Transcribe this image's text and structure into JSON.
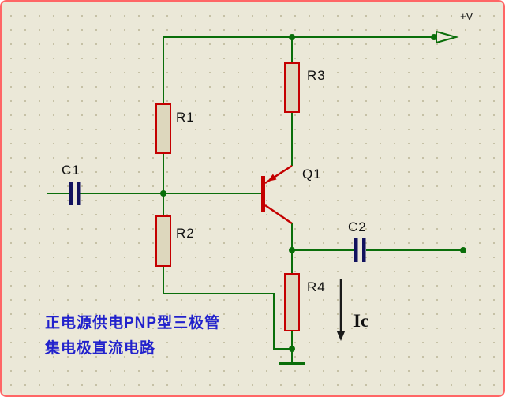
{
  "colors": {
    "background": "#ebe8d8",
    "grid_dot": "#c6c1a6",
    "wire_green": "#0a6e0a",
    "component_red": "#c40000",
    "resistor_fill": "#ddd7bd",
    "capacitor_navy": "#11115e",
    "caption_blue": "#2222cc",
    "label_black": "#111111",
    "frame_border": "#ff6666"
  },
  "components": {
    "r1": {
      "label": "R1",
      "type": "resistor"
    },
    "r2": {
      "label": "R2",
      "type": "resistor"
    },
    "r3": {
      "label": "R3",
      "type": "resistor"
    },
    "r4": {
      "label": "R4",
      "type": "resistor"
    },
    "c1": {
      "label": "C1",
      "type": "capacitor"
    },
    "c2": {
      "label": "C2",
      "type": "capacitor"
    },
    "q1": {
      "label": "Q1",
      "type": "pnp-transistor"
    }
  },
  "terminals": {
    "power": {
      "label": "+V"
    }
  },
  "annotations": {
    "current": {
      "label": "Ic",
      "direction": "down"
    },
    "caption_line1": "正电源供电PNP型三极管",
    "caption_line2": "集电极直流电路"
  }
}
